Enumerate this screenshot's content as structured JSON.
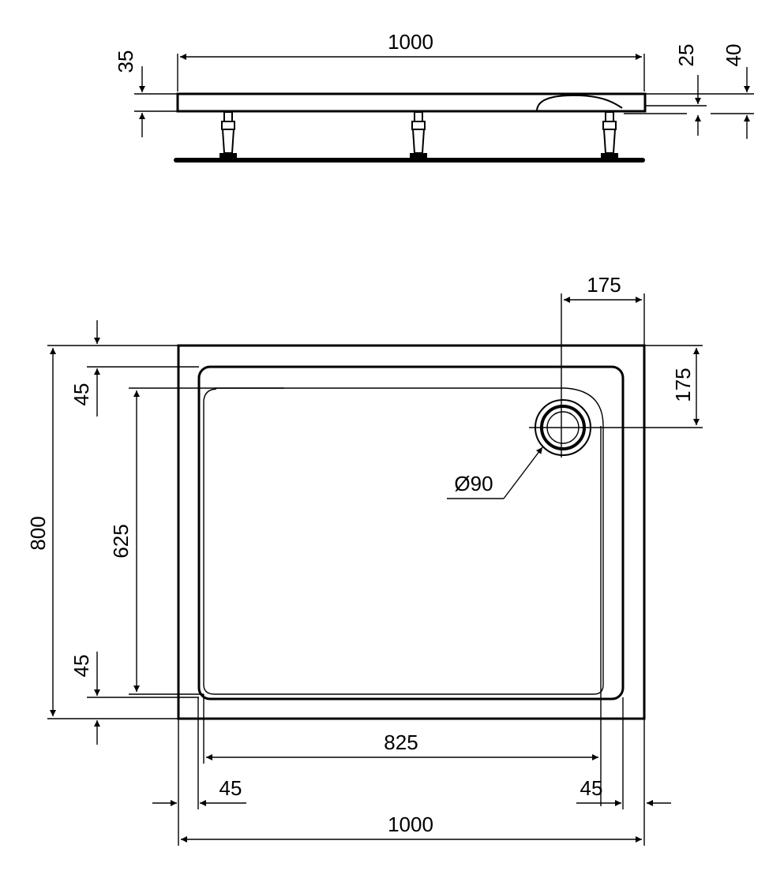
{
  "side_view": {
    "width_label": "1000",
    "lip_label": "35",
    "waste_depth_label": "25",
    "total_height_label": "40"
  },
  "plan_view": {
    "waste_offset_x_label": "175",
    "waste_offset_y_label": "175",
    "waste_diameter_label": "Ø90",
    "outer_depth_label": "800",
    "inner_depth_label": "625",
    "border_top_label": "45",
    "border_bottom_label": "45",
    "inner_width_label": "825",
    "border_left_label": "45",
    "border_right_label": "45",
    "outer_width_label": "1000"
  },
  "colors": {
    "line": "#000000",
    "background": "#ffffff"
  }
}
